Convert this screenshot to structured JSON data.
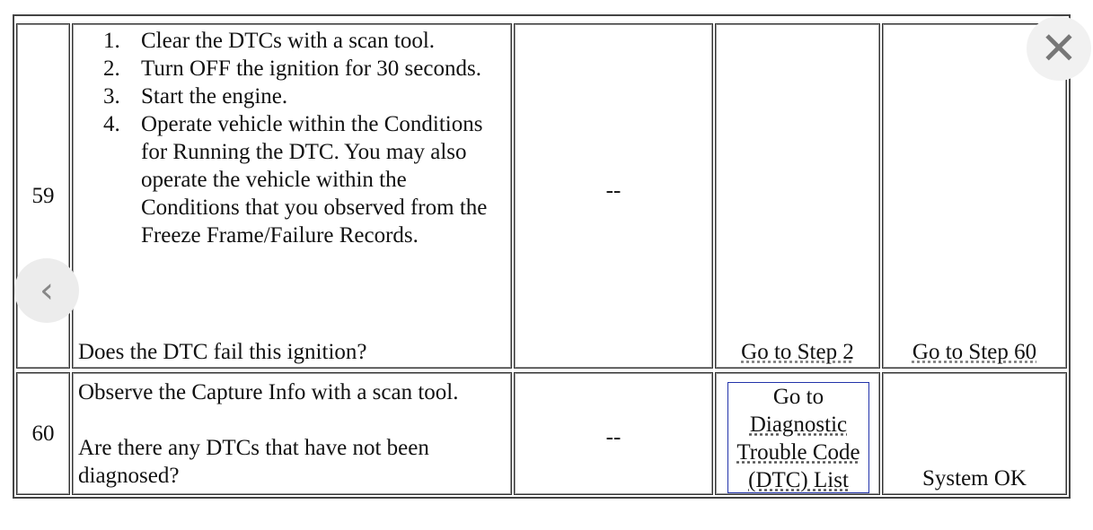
{
  "rows": [
    {
      "step": "59",
      "actions": [
        {
          "n": "1.",
          "text": "Clear the DTCs with a scan tool."
        },
        {
          "n": "2.",
          "text": "Turn OFF the ignition for 30 seconds."
        },
        {
          "n": "3.",
          "text": "Start the engine."
        },
        {
          "n": "4.",
          "text": "Operate vehicle within the Conditions for Running the DTC. You may also operate the vehicle within the Conditions that you observed from the Freeze Frame/Failure Records."
        }
      ],
      "question": "Does the DTC fail this ignition?",
      "value": "--",
      "yes": "Go to Step 2",
      "no": "Go to Step 60"
    },
    {
      "step": "60",
      "action": "Observe the Capture Info with a scan tool.",
      "question": "Are there any DTCs that have not been diagnosed?",
      "value": "--",
      "yes_lines": [
        "Go to",
        "Diagnostic",
        "Trouble Code",
        "(DTC) List"
      ],
      "no": "System OK"
    }
  ],
  "controls": {
    "close_icon": "close-icon",
    "prev_icon": "chevron-left-icon",
    "close_glyph": "✕",
    "prev_glyph": "‹"
  }
}
